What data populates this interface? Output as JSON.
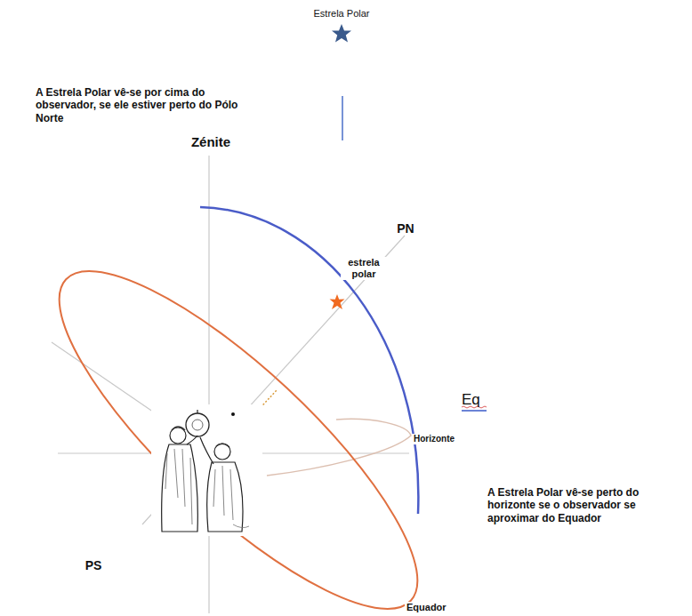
{
  "diagram": {
    "labels": [
      "Estrela Polar",
      "A Estrela Polar vê-se por cima do observador, se ele estiver perto do Pólo Norte",
      "Zénite",
      "PN",
      "estrela polar",
      "Eq",
      "Horizonte",
      "A Estrela Polar vê-se perto do horizonte se o observador se aproximar do Equador",
      "PS",
      "Equador"
    ]
  }
}
